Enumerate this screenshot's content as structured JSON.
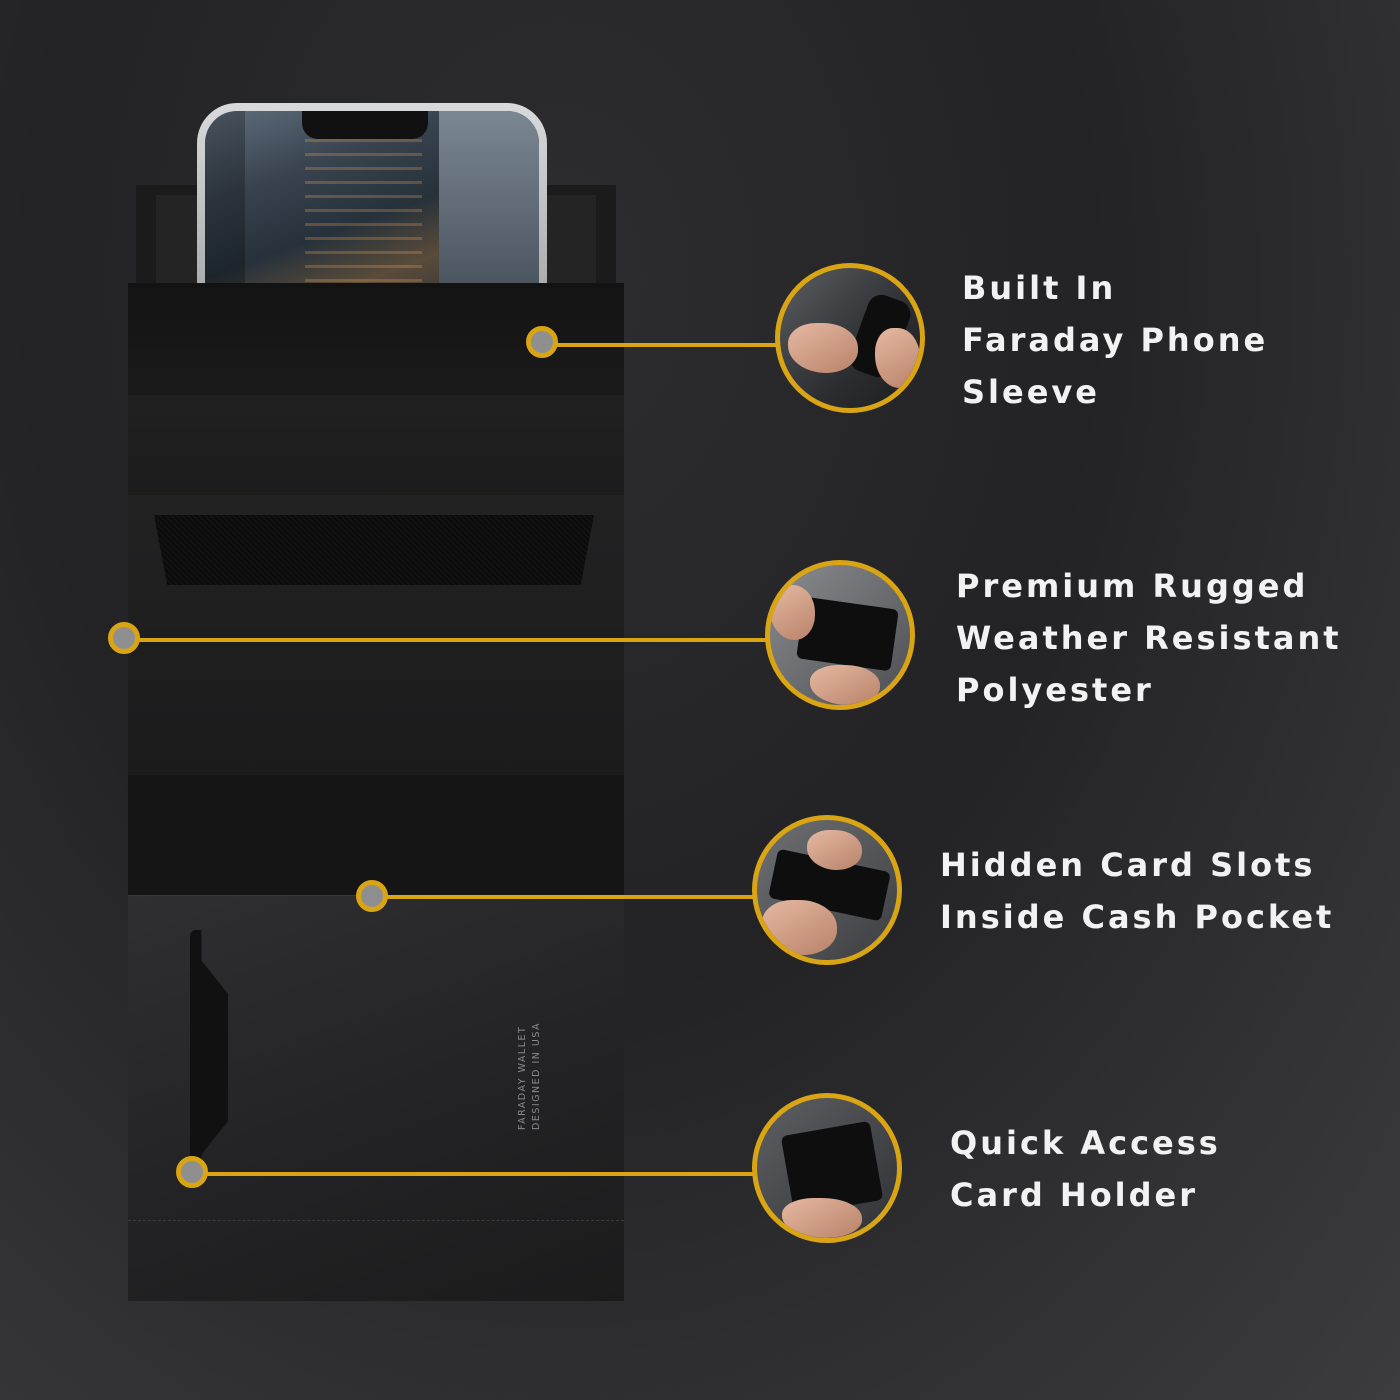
{
  "wallet": {
    "brand_line": "FARADAY WALLET",
    "origin_line": "DESIGNED IN USA"
  },
  "features": [
    {
      "lines": [
        "Built In",
        "Faraday Phone",
        "Sleeve"
      ],
      "photo": "hands-inserting-phone-into-sleeve"
    },
    {
      "lines": [
        "Premium Rugged",
        "Weather Resistant",
        "Polyester"
      ],
      "photo": "hands-holding-closed-wallet"
    },
    {
      "lines": [
        "Hidden Card Slots",
        "Inside Cash Pocket"
      ],
      "photo": "hands-opening-cash-pocket"
    },
    {
      "lines": [
        "Quick Access",
        "Card Holder"
      ],
      "photo": "hand-pulling-card-from-holder"
    }
  ],
  "colors": {
    "accent": "#d9a514",
    "background": "#2a2a2c",
    "text": "#f2f2f2"
  }
}
